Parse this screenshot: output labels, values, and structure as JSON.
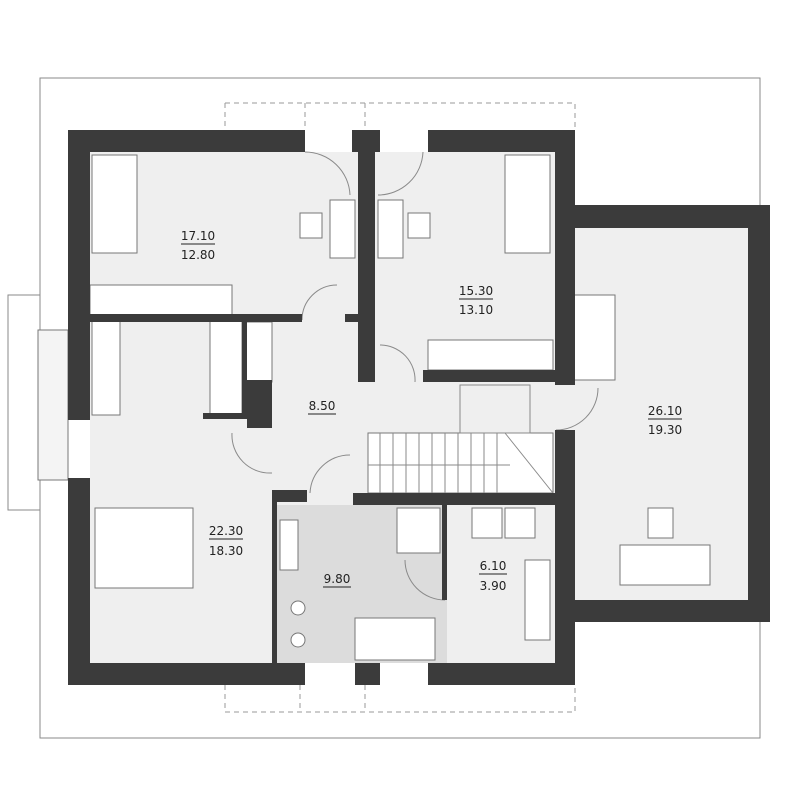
{
  "rooms": [
    {
      "id": "bedroom-nw",
      "area": "17.10",
      "floor_area": "12.80"
    },
    {
      "id": "bedroom-n",
      "area": "15.30",
      "floor_area": "13.10"
    },
    {
      "id": "living-e",
      "area": "26.10",
      "floor_area": "19.30"
    },
    {
      "id": "hall",
      "area": "8.50"
    },
    {
      "id": "bedroom-sw",
      "area": "22.30",
      "floor_area": "18.30"
    },
    {
      "id": "bathroom",
      "area": "9.80"
    },
    {
      "id": "laundry",
      "area": "6.10",
      "floor_area": "3.90"
    }
  ],
  "colors": {
    "wall": "#3b3b3b",
    "floor": "#efefef",
    "wet_floor": "#dcdcdc"
  }
}
